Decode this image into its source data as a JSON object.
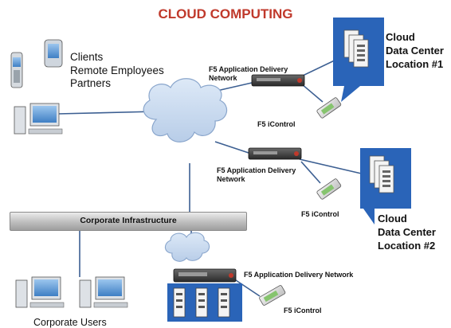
{
  "title": "CLOUD COMPUTING",
  "clients": {
    "line1": "Clients",
    "line2": "Remote Employees",
    "line3": "Partners"
  },
  "data_center_1": {
    "line1": "Cloud",
    "line2": "Data Center",
    "line3": "Location #1"
  },
  "data_center_2": {
    "line1": "Cloud",
    "line2": "Data Center",
    "line3": "Location #2"
  },
  "f5_adn_1": {
    "line1": "F5 Application Delivery",
    "line2": "Network"
  },
  "f5_adn_2": {
    "line1": "F5 Application Delivery",
    "line2": "Network"
  },
  "f5_adn_3": "F5 Application Delivery Network",
  "f5_icontrol_1": "F5 iControl",
  "f5_icontrol_2": "F5 iControl",
  "f5_icontrol_3": "F5 iControl",
  "corporate_infrastructure": "Corporate Infrastructure",
  "corporate_users": "Corporate Users",
  "colors": {
    "title": "#c0392b",
    "callout": "#2a64b8",
    "line": "#3c5f92"
  },
  "icons": [
    "cloud-icon",
    "router-icon",
    "server-rack-icon",
    "desktop-computer-icon",
    "mobile-phone-icon",
    "pda-icon",
    "controller-device-icon"
  ]
}
